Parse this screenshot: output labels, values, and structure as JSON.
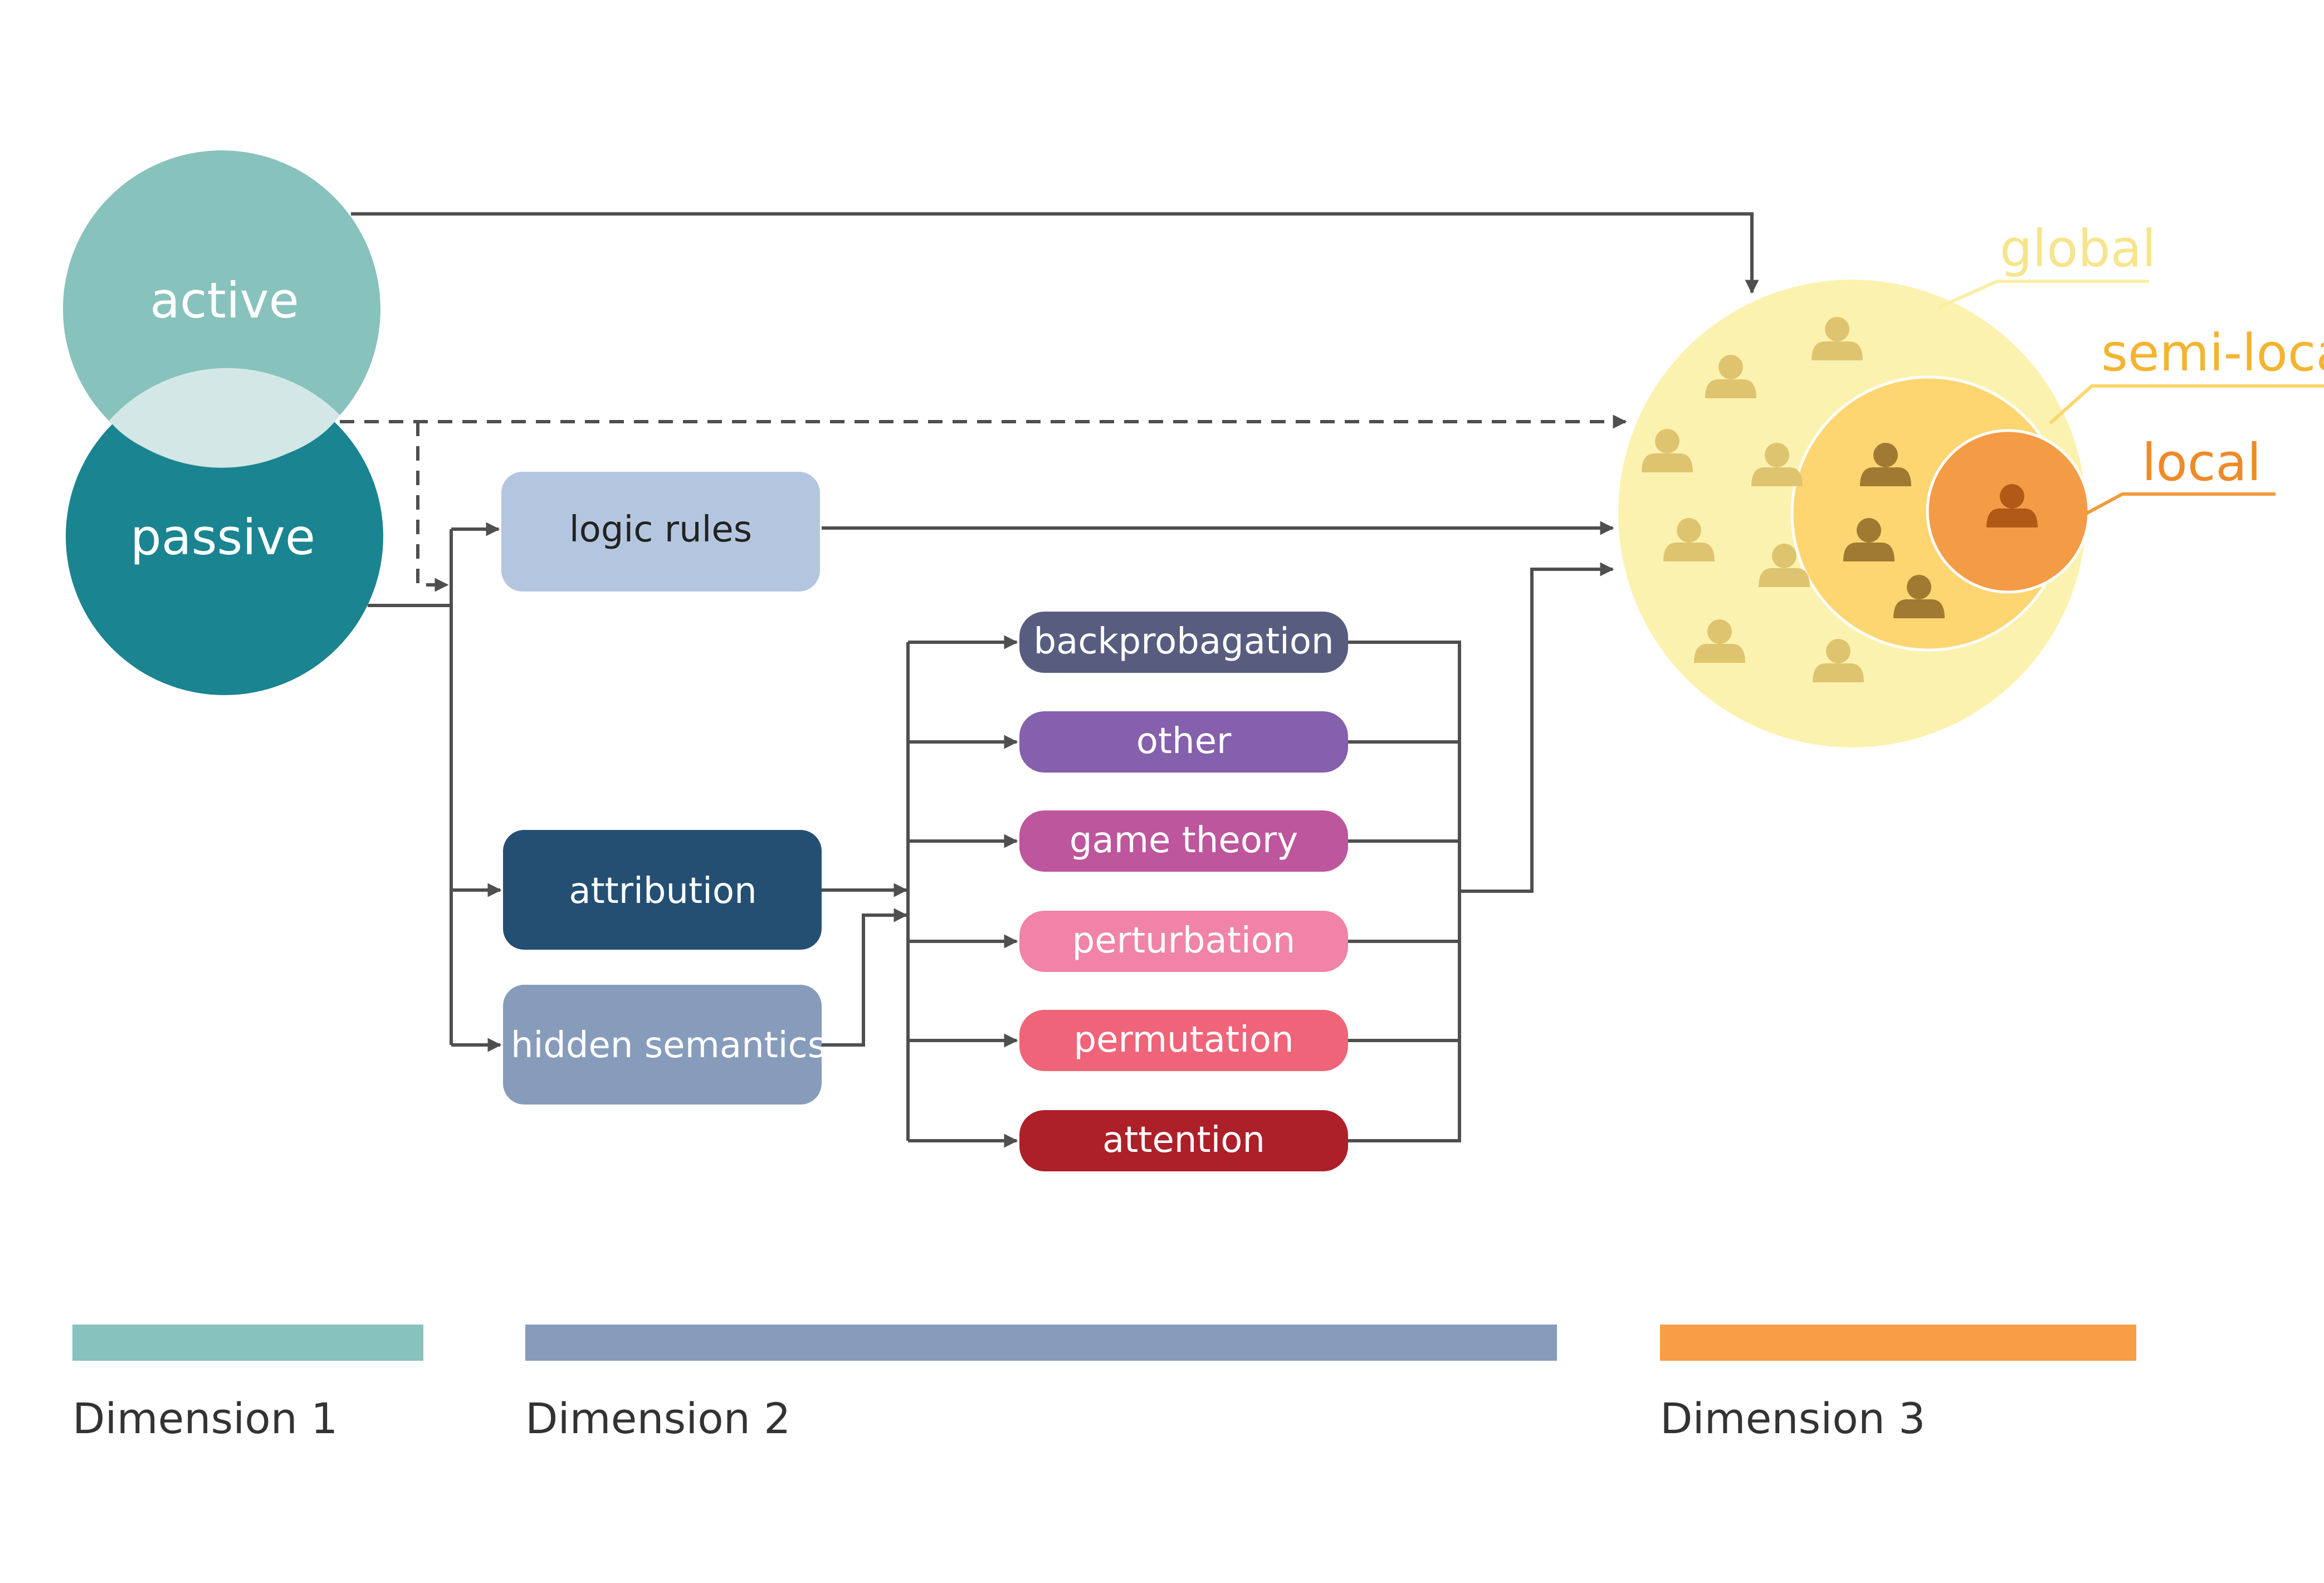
{
  "dimension1": {
    "active_label": "active",
    "passive_label": "passive",
    "active_color": "#88c2bc",
    "passive_color": "#1a8491",
    "overlap_color": "#d3e8e6"
  },
  "dimension2": {
    "logic_rules_label": "logic rules",
    "attribution_label": "attribution",
    "hidden_semantics_label": "hidden semantics",
    "methods": [
      {
        "label": "backprobagation",
        "color": "#585d80"
      },
      {
        "label": "other",
        "color": "#8460ad"
      },
      {
        "label": "game theory",
        "color": "#bd569c"
      },
      {
        "label": "perturbation",
        "color": "#f083a7"
      },
      {
        "label": "permutation",
        "color": "#ef6478"
      },
      {
        "label": "attention",
        "color": "#ad2029"
      }
    ]
  },
  "dimension3": {
    "global_label": "global",
    "semi_local_label": "semi-local",
    "local_label": "local",
    "global_color": "#fcf2b0",
    "semi_local_color": "#fdd672",
    "local_color": "#f49b45"
  },
  "legend": {
    "dim1_label": "Dimension 1",
    "dim2_label": "Dimension 2",
    "dim3_label": "Dimension 3",
    "dim1_color": "#88c2bc",
    "dim2_color": "#879cbb",
    "dim3_color": "#f99d47"
  }
}
